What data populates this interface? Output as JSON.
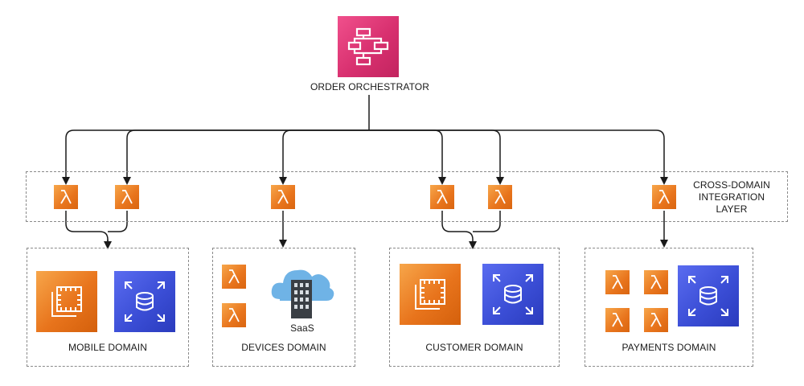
{
  "orchestrator": {
    "label": "ORDER ORCHESTRATOR",
    "icon": "step-functions-icon",
    "color": "#d8306f"
  },
  "integration_layer": {
    "label_lines": [
      "CROSS-DOMAIN",
      "INTEGRATION",
      "LAYER"
    ],
    "icon": "lambda-icon",
    "lambda_count": 6
  },
  "domains": [
    {
      "label": "MOBILE DOMAIN",
      "services": [
        "ec2-icon",
        "rds-icon"
      ]
    },
    {
      "label": "DEVICES DOMAIN",
      "services": [
        "lambda-icon",
        "lambda-icon",
        "saas-icon"
      ],
      "saas_label": "SaaS"
    },
    {
      "label": "CUSTOMER DOMAIN",
      "services": [
        "ec2-icon",
        "rds-icon"
      ]
    },
    {
      "label": "PAYMENTS DOMAIN",
      "services": [
        "lambda-icon",
        "lambda-icon",
        "lambda-icon",
        "lambda-icon",
        "rds-icon"
      ]
    }
  ],
  "colors": {
    "compute": "#e8741c",
    "database": "#3b4ed6",
    "orchestration": "#d8306f",
    "connector": "#1a1a1a"
  }
}
